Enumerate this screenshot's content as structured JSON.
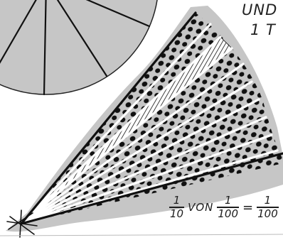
{
  "handwriting": {
    "top_line_1": "UND",
    "top_line_2": "1 T"
  },
  "equation": {
    "frac1_num": "1",
    "frac1_den": "10",
    "word": "VON",
    "frac2_num": "1",
    "frac2_den": "100",
    "equals": "=",
    "frac3_num": "1",
    "frac3_den": "100"
  },
  "colors": {
    "gray_fill": "#c6c6c6",
    "ink": "#111111",
    "background": "#ffffff"
  },
  "fan": {
    "segment_count": 10,
    "highlighted_segment": 3
  }
}
